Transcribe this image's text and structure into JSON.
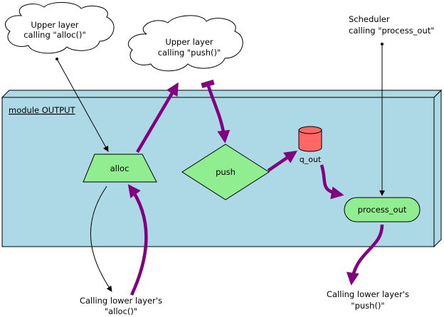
{
  "module": {
    "title": "module OUTPUT"
  },
  "nodes": {
    "upper_alloc": {
      "line1": "Upper layer",
      "line2": "calling \"alloc()\""
    },
    "upper_push": {
      "line1": "Upper layer",
      "line2": "calling \"push()\""
    },
    "scheduler": {
      "line1": "Scheduler",
      "line2": "calling \"process_out\""
    },
    "alloc": {
      "label": "alloc"
    },
    "push": {
      "label": "push"
    },
    "queue": {
      "label": "q_out"
    },
    "process_out": {
      "label": "process_out"
    },
    "lower_alloc": {
      "line1": "Calling lower layer's",
      "line2": "\"alloc()\""
    },
    "lower_push": {
      "line1": "Calling lower layer's",
      "line2": "\"push()\""
    }
  },
  "colors": {
    "module_fill": "#add8e6",
    "node_fill": "#90ee90",
    "queue_fill": "#ff6666",
    "data_arrow": "#800080",
    "control_arrow": "#000000"
  }
}
